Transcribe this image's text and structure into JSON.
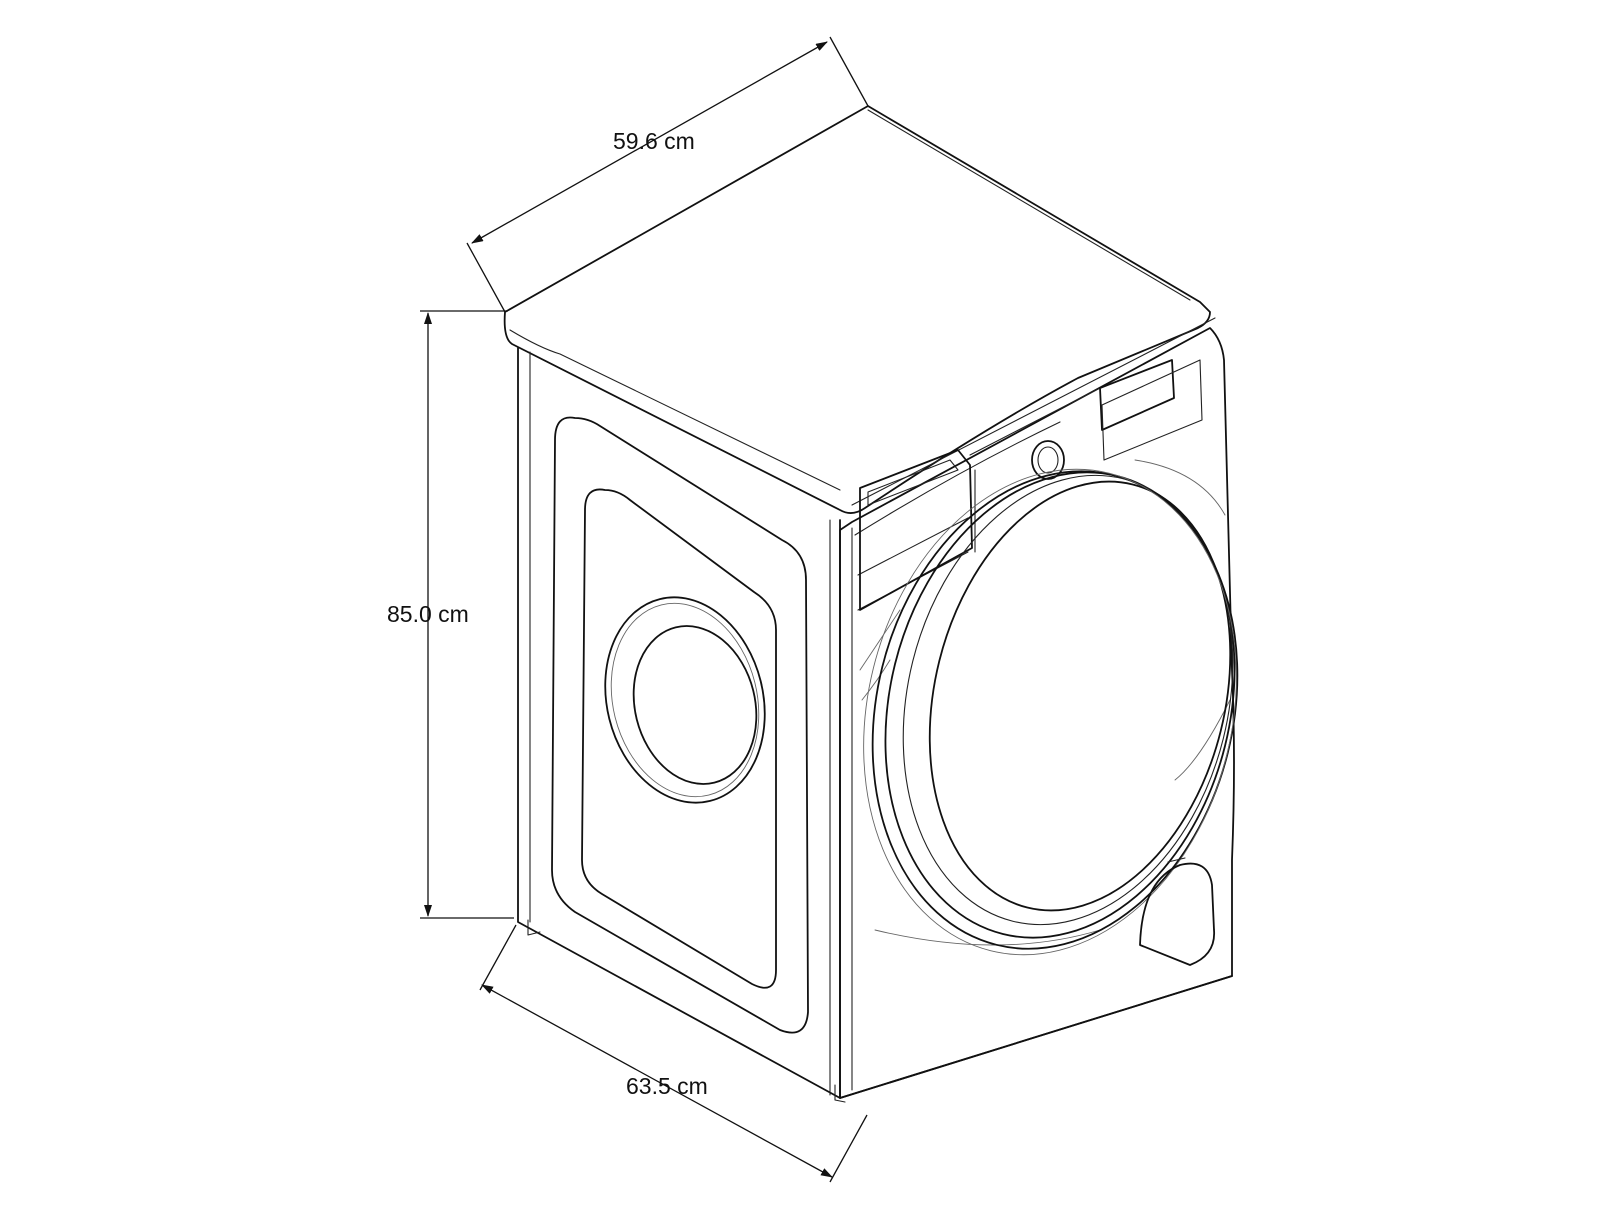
{
  "dimensions": {
    "width": "59.6 cm",
    "height": "85.0 cm",
    "depth": "63.5 cm"
  },
  "colors": {
    "line": "#111111",
    "background": "#ffffff"
  }
}
